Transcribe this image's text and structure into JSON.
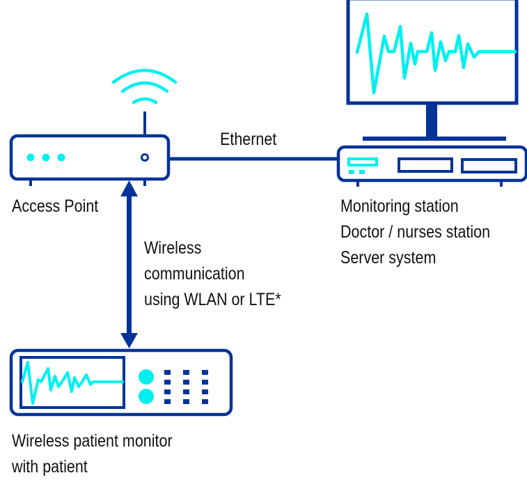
{
  "colors": {
    "device_outline": "#003399",
    "accent_cyan": "#00F0F0",
    "text": "#111111",
    "background": "#FFFFFF"
  },
  "nodes": {
    "access_point": {
      "label": "Access Point",
      "icon": "wifi-router-icon"
    },
    "monitoring_station": {
      "label_lines": [
        "Monitoring station",
        "Doctor / nurses station",
        "Server system"
      ],
      "icon": "desktop-computer-icon"
    },
    "patient_monitor": {
      "label_lines": [
        "Wireless patient monitor",
        "with patient"
      ],
      "icon": "patient-monitor-icon"
    }
  },
  "links": {
    "ethernet": {
      "label": "Ethernet",
      "from": "access_point",
      "to": "monitoring_station"
    },
    "wireless": {
      "label_lines": [
        "Wireless",
        "communication",
        "using WLAN or LTE*"
      ],
      "from": "access_point",
      "to": "patient_monitor",
      "bidirectional": true
    }
  }
}
